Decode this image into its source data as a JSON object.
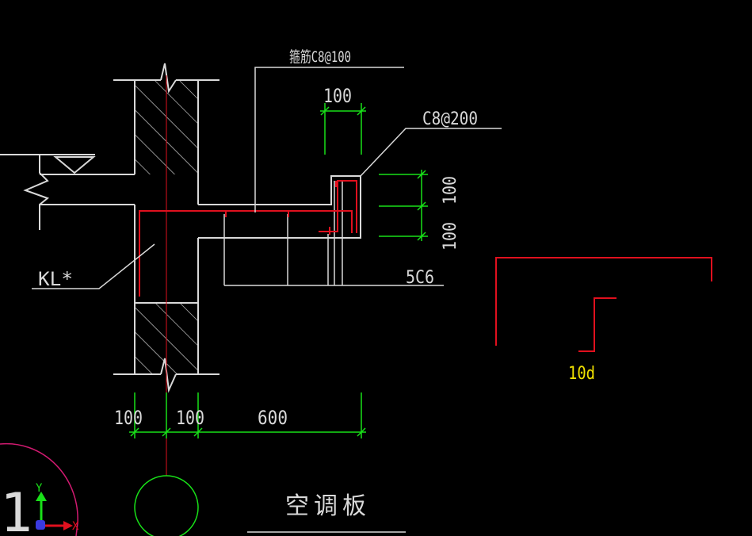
{
  "labels": {
    "top_rebar": "箍筋C8@100",
    "dim_top_100": "100",
    "rebar_c8_200": "C8@200",
    "dim_side_100_a": "100",
    "dim_side_100_b": "100",
    "beam_label": "KL*",
    "rebar_5c6": "5C6",
    "anchor_label": "10d",
    "dim_bottom_100_a": "100",
    "dim_bottom_100_b": "100",
    "dim_bottom_600": "600",
    "caption": "空 调 板",
    "axis_y": "Y",
    "axis_x": "X",
    "edge_glyph": "1"
  },
  "colors": {
    "line_white": "#d9d9d9",
    "line_red": "#e0101e",
    "dim_green": "#19e019",
    "text_yellow": "#f0e000",
    "circle_green": "#18e018",
    "circle_magenta": "#d01a70",
    "axis_blue": "#3a3ae0"
  }
}
